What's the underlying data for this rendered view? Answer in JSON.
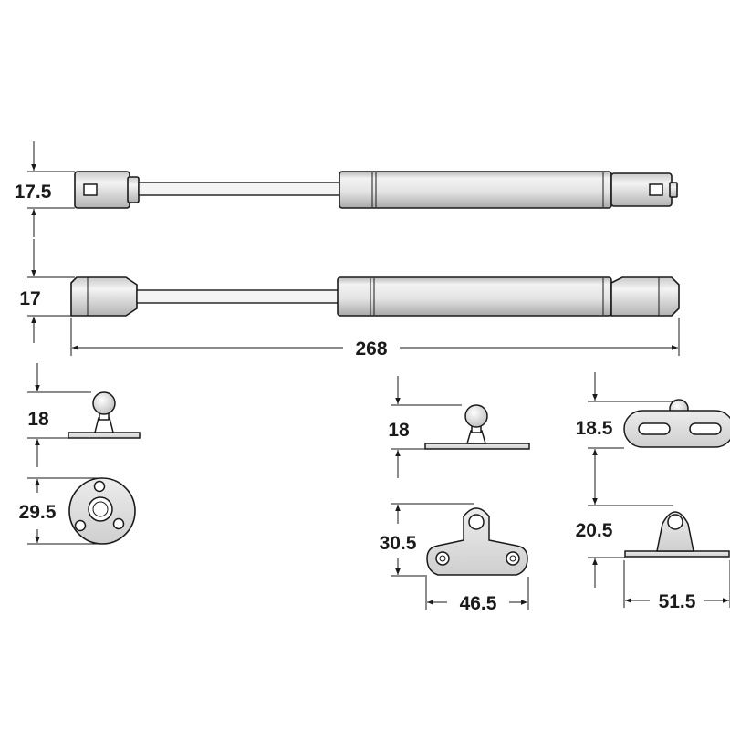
{
  "diagram": {
    "colors": {
      "line": "#1a1a1a",
      "metal_light": "#f2f2f2",
      "metal_dark": "#b8b8b8",
      "background": "#ffffff"
    },
    "dimensions": {
      "strut_top_height": "17.5",
      "strut_bottom_height": "17",
      "strut_length": "268",
      "ball_stud_round_height": "18",
      "round_plate_diameter": "29.5",
      "ball_stud_plate_height": "18",
      "bracket_a_height": "30.5",
      "bracket_a_width": "46.5",
      "slotted_plate_height": "18.5",
      "bracket_b_height": "20.5",
      "bracket_b_width": "51.5"
    }
  }
}
